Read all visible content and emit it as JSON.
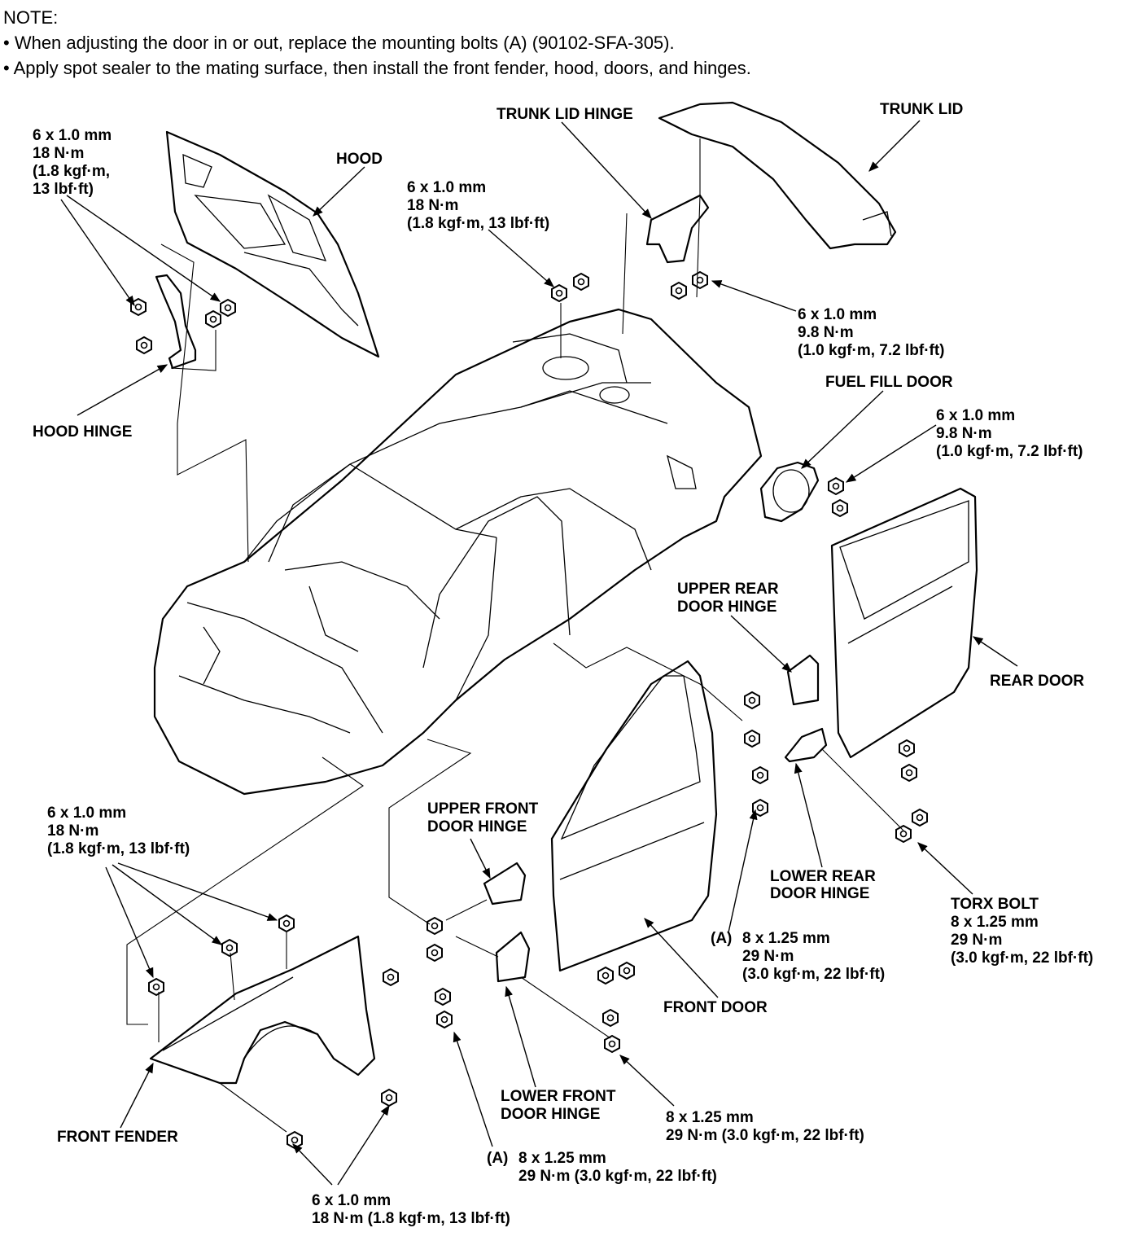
{
  "note": {
    "heading": "NOTE:",
    "bullets": [
      "• When adjusting the door in or out, replace the mounting bolts (A) (90102-SFA-305).",
      "• Apply spot sealer to the mating surface, then install the front fender, hood, doors, and hinges."
    ]
  },
  "labels": {
    "hood": "HOOD",
    "hood_hinge": "HOOD HINGE",
    "trunk_lid_hinge": "TRUNK LID HINGE",
    "trunk_lid": "TRUNK LID",
    "fuel_fill_door": "FUEL FILL DOOR",
    "upper_rear_door_hinge": [
      "UPPER REAR",
      "DOOR HINGE"
    ],
    "rear_door": "REAR DOOR",
    "upper_front_door_hinge": [
      "UPPER FRONT",
      "DOOR HINGE"
    ],
    "lower_front_door_hinge": [
      "LOWER FRONT",
      "DOOR HINGE"
    ],
    "front_door": "FRONT DOOR",
    "lower_rear_door_hinge": [
      "LOWER REAR",
      "DOOR HINGE"
    ],
    "front_fender": "FRONT FENDER",
    "torx_bolt": "TORX BOLT"
  },
  "specs": {
    "hood_bolts": [
      "6 x 1.0 mm",
      "18 N·m",
      "(1.8 kgf·m,",
      "13 lbf·ft)"
    ],
    "trunk_hinge_body_bolts": [
      "6 x 1.0 mm",
      "18 N·m",
      "(1.8 kgf·m, 13 lbf·ft)"
    ],
    "trunk_lid_bolts": [
      "6 x 1.0 mm",
      "9.8 N·m",
      "(1.0 kgf·m, 7.2 lbf·ft)"
    ],
    "fuel_door_bolts": [
      "6 x 1.0 mm",
      "9.8 N·m",
      "(1.0 kgf·m, 7.2 lbf·ft)"
    ],
    "fender_top_bolts": [
      "6 x 1.0 mm",
      "18 N·m",
      "(1.8 kgf·m, 13 lbf·ft)"
    ],
    "rear_hinge_bolts_a": [
      "(A)",
      "8 x 1.25 mm",
      "29 N·m",
      "(3.0 kgf·m, 22 lbf·ft)"
    ],
    "torx_bolt": [
      "8 x 1.25 mm",
      "29 N·m",
      "(3.0 kgf·m, 22 lbf·ft)"
    ],
    "front_door_bolts": [
      "8 x 1.25 mm",
      "29 N·m (3.0 kgf·m, 22 lbf·ft)"
    ],
    "front_hinge_bolts_a": [
      "(A)",
      "8 x 1.25 mm",
      "29 N·m (3.0 kgf·m, 22 lbf·ft)"
    ],
    "fender_bottom_bolts": [
      "6 x 1.0 mm",
      "18 N·m (1.8 kgf·m, 13 lbf·ft)"
    ]
  }
}
